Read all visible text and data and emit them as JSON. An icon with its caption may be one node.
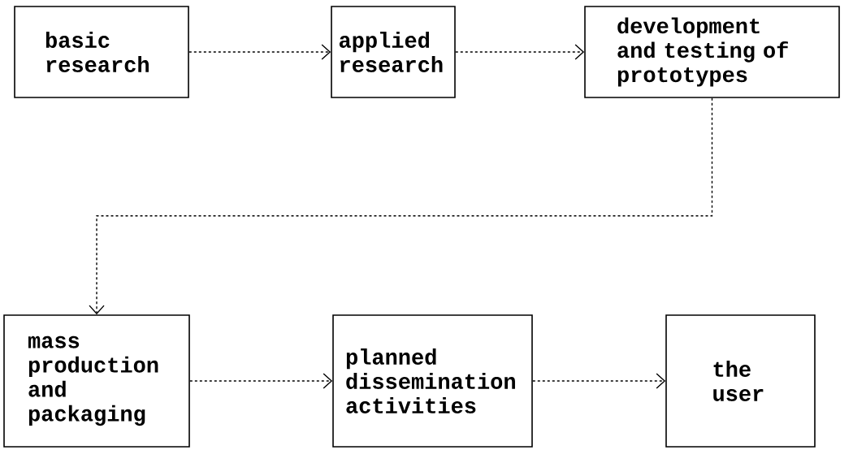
{
  "diagram": {
    "nodes": [
      {
        "text": [
          "basic research"
        ]
      },
      {
        "text": [
          "applied research"
        ]
      },
      {
        "text": [
          "development and testing of prototypes"
        ]
      },
      {
        "text": [
          "mass production and packaging"
        ]
      },
      {
        "text": [
          "planned dissemination activities"
        ]
      },
      {
        "text": [
          "the user"
        ]
      }
    ],
    "edges": [
      {
        "from": 0,
        "to": 1,
        "arrow": "to",
        "style": "dashed"
      },
      {
        "from": 1,
        "to": 2,
        "arrow": "to",
        "style": "dashed"
      },
      {
        "from": 2,
        "to": 3,
        "arrow": "to",
        "style": "dashed"
      },
      {
        "from": 3,
        "to": 4,
        "arrow": "to",
        "style": "dashed"
      },
      {
        "from": 4,
        "to": 5,
        "arrow": "to",
        "style": "dashed"
      }
    ]
  }
}
